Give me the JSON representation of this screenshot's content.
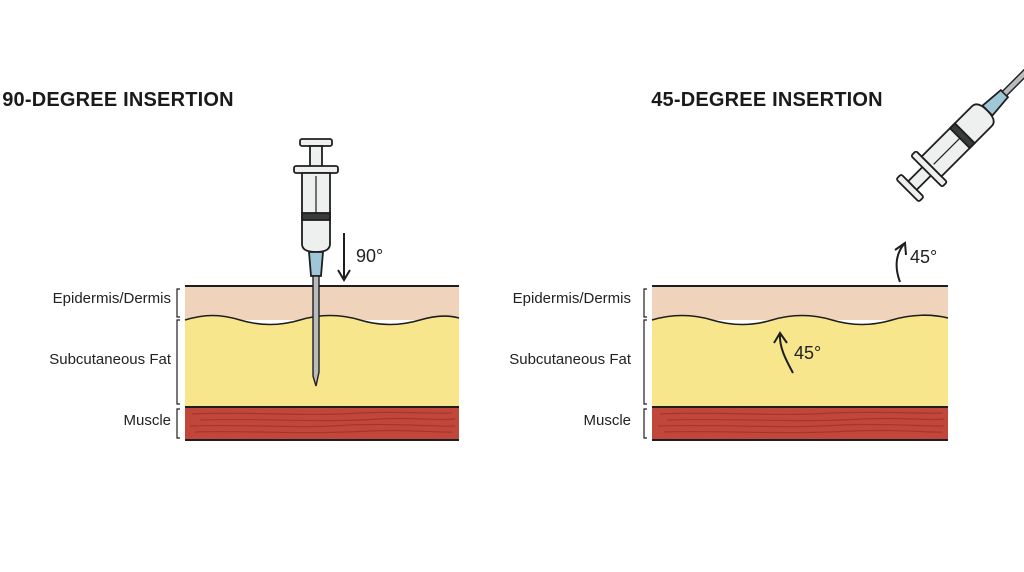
{
  "panels": {
    "left": {
      "title": "90-DEGREE INSERTION",
      "layers": {
        "epidermis": "Epidermis/Dermis",
        "fat": "Subcutaneous Fat",
        "muscle": "Muscle"
      },
      "angle": "90°"
    },
    "right": {
      "title": "45-DEGREE INSERTION",
      "layers": {
        "epidermis": "Epidermis/Dermis",
        "fat": "Subcutaneous Fat",
        "muscle": "Muscle"
      },
      "angle_syringe": "45°",
      "angle_needle": "45°"
    }
  },
  "colors": {
    "epidermis": "#efd3bb",
    "fat": "#f8e68d",
    "muscle": "#c0473a",
    "muscle_streak": "#a8352b",
    "outline": "#1e1e1e",
    "syringe_barrel": "#eef0f0",
    "syringe_band": "#3a3a3a",
    "needle_hub": "#9fc7d8",
    "needle": "#b8bcbf"
  }
}
